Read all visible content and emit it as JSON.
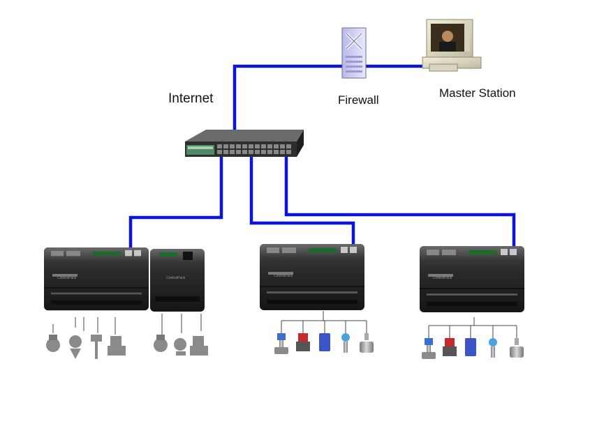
{
  "labels": {
    "internet": "Internet",
    "firewall": "Firewall",
    "master_station": "Master Station"
  },
  "devices": {
    "controller_brand": "ControlPack"
  },
  "colors": {
    "link": "#0b14d8",
    "device_body": "#2b2b2b",
    "switch_body": "#3a3a3a"
  },
  "nodes": [
    {
      "id": "firewall",
      "icon": "firewall-icon"
    },
    {
      "id": "master-station",
      "icon": "computer-icon"
    },
    {
      "id": "switch",
      "icon": "network-switch-icon"
    },
    {
      "id": "controller-group-1",
      "icon": "controller-icon"
    },
    {
      "id": "controller-group-2",
      "icon": "controller-icon"
    },
    {
      "id": "controller-group-3",
      "icon": "controller-icon"
    }
  ]
}
